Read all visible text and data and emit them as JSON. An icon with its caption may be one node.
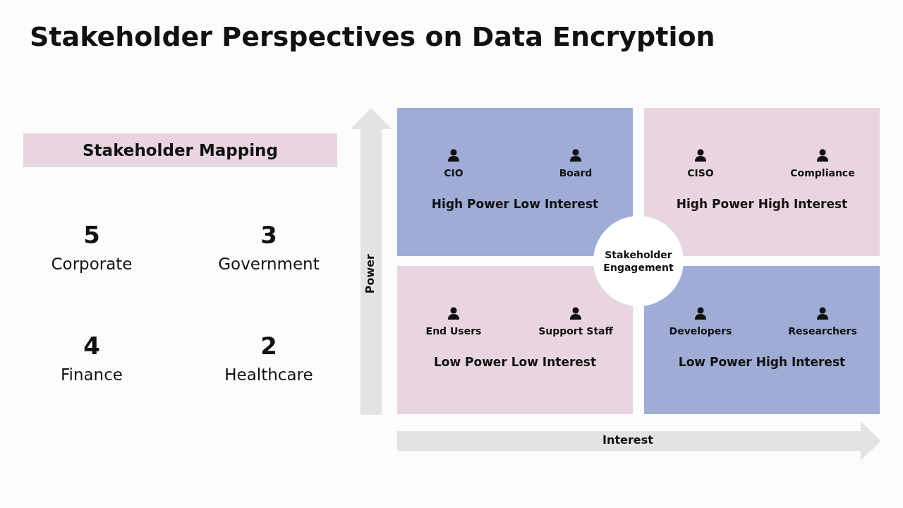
{
  "diagram": {
    "title": "Stakeholder Perspectives on Data Encryption",
    "nodes": [
      {
        "text": [
          "Stakeholder Mapping"
        ]
      },
      {
        "text": [
          "High Power Low Interest"
        ]
      },
      {
        "text": [
          "CIO"
        ],
        "in": 1
      },
      {
        "text": [
          "Board"
        ],
        "in": 1
      },
      {
        "text": [
          "High Power High Interest"
        ]
      },
      {
        "text": [
          "CISO"
        ],
        "in": 4
      },
      {
        "text": [
          "Compliance"
        ],
        "in": 4
      },
      {
        "text": [
          "Low Power Low Interest"
        ]
      },
      {
        "text": [
          "End Users"
        ],
        "in": 7
      },
      {
        "text": [
          "Support Staff"
        ],
        "in": 7
      },
      {
        "text": [
          "Low Power High Interest"
        ]
      },
      {
        "text": [
          "Developers"
        ],
        "in": 10
      },
      {
        "text": [
          "Researchers"
        ],
        "in": 10
      },
      {
        "text": [
          "Stakeholder Engagement"
        ]
      }
    ],
    "labels": [
      "5",
      "Corporate",
      "3",
      "Government",
      "4",
      "Finance",
      "2",
      "Healthcare",
      "Power",
      "Interest"
    ]
  }
}
